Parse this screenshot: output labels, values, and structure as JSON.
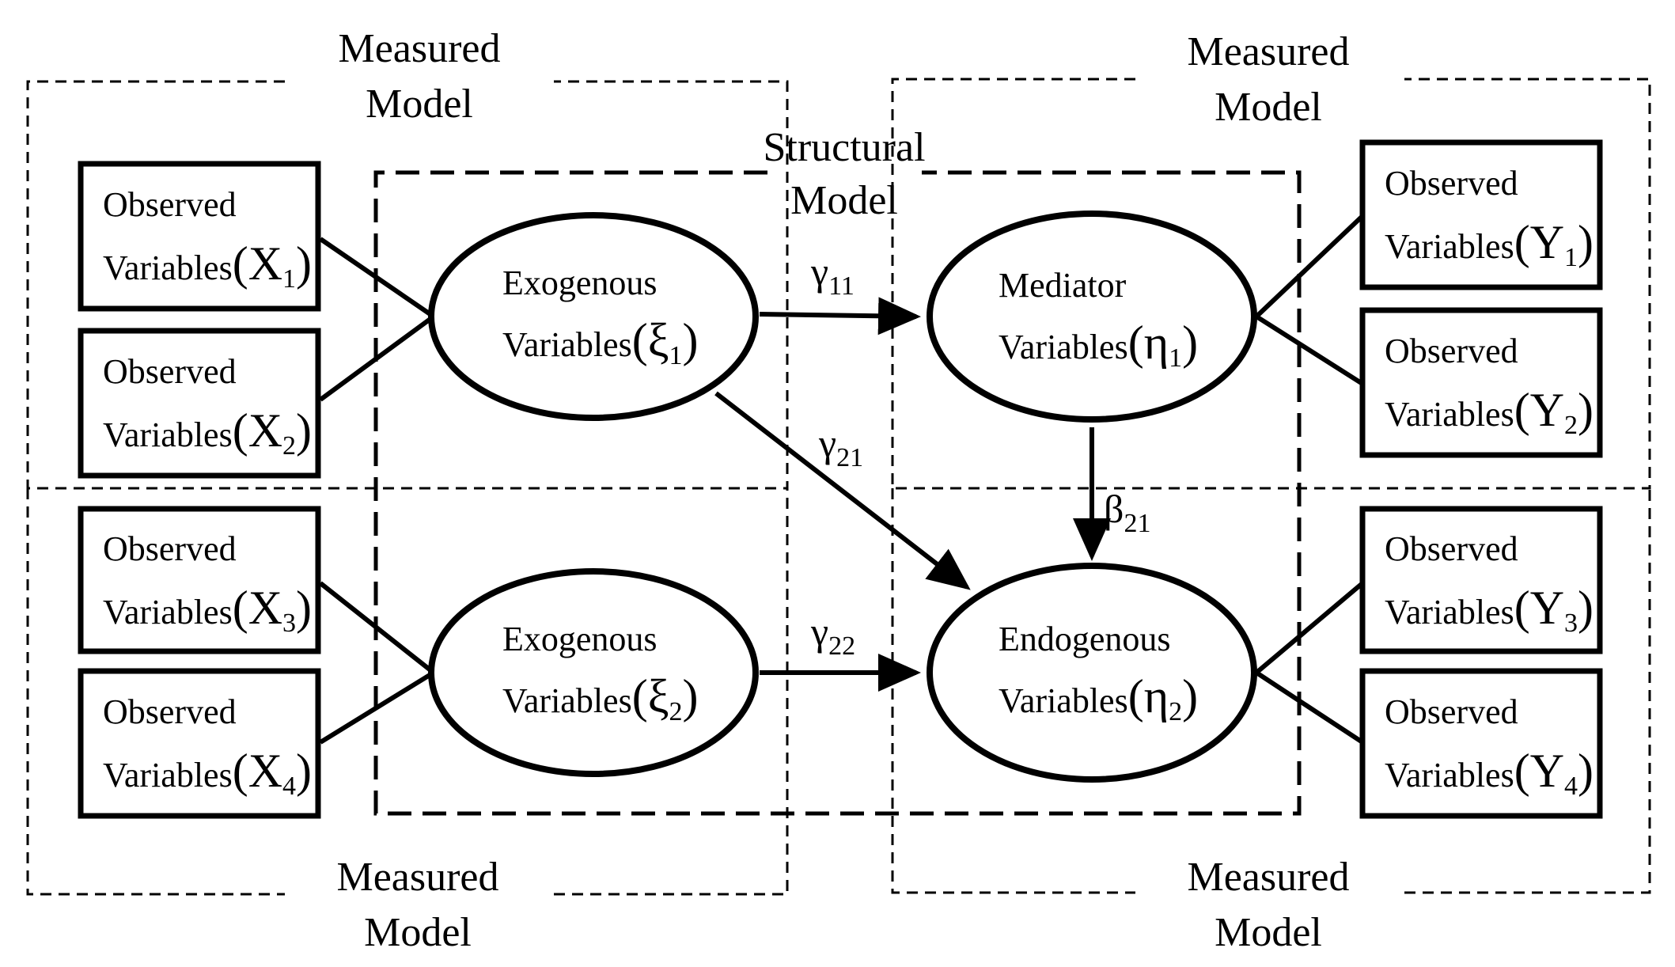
{
  "section_labels": {
    "measured_tl": [
      "Measured",
      "Model"
    ],
    "measured_tr": [
      "Measured",
      "Model"
    ],
    "measured_bl": [
      "Measured",
      "Model"
    ],
    "measured_br": [
      "Measured",
      "Model"
    ],
    "structural": [
      "Structural",
      "Model"
    ]
  },
  "observed": {
    "x1": {
      "line1": "Observed",
      "name": "Variables",
      "sym": "X",
      "sub": "1"
    },
    "x2": {
      "line1": "Observed",
      "name": "Variables",
      "sym": "X",
      "sub": "2"
    },
    "x3": {
      "line1": "Observed",
      "name": "Variables",
      "sym": "X",
      "sub": "3"
    },
    "x4": {
      "line1": "Observed",
      "name": "Variables",
      "sym": "X",
      "sub": "4"
    },
    "y1": {
      "line1": "Observed",
      "name": "Variables",
      "sym": "Y",
      "sub": "1"
    },
    "y2": {
      "line1": "Observed",
      "name": "Variables",
      "sym": "Y",
      "sub": "2"
    },
    "y3": {
      "line1": "Observed",
      "name": "Variables",
      "sym": "Y",
      "sub": "3"
    },
    "y4": {
      "line1": "Observed",
      "name": "Variables",
      "sym": "Y",
      "sub": "4"
    }
  },
  "latent": {
    "xi1": {
      "line1": "Exogenous",
      "name": "Variables",
      "sym": "ξ",
      "sub": "1"
    },
    "xi2": {
      "line1": "Exogenous",
      "name": "Variables",
      "sym": "ξ",
      "sub": "2"
    },
    "eta1": {
      "line1": "Mediator",
      "name": "Variables",
      "sym": "η",
      "sub": "1"
    },
    "eta2": {
      "line1": "Endogenous",
      "name": "Variables",
      "sym": "η",
      "sub": "2"
    }
  },
  "paths": {
    "g11": {
      "sym": "γ",
      "sub": "11"
    },
    "g21": {
      "sym": "γ",
      "sub": "21"
    },
    "g22": {
      "sym": "γ",
      "sub": "22"
    },
    "b21": {
      "sym": "β",
      "sub": "21"
    }
  },
  "paren_open": "(",
  "paren_close": ")"
}
